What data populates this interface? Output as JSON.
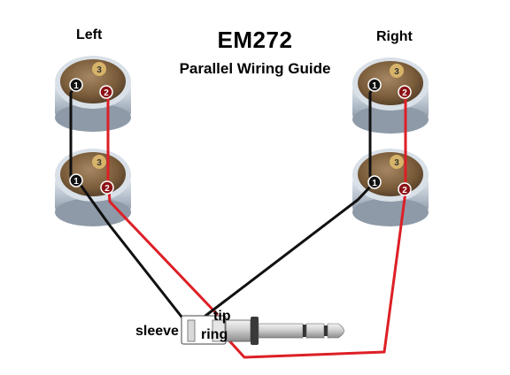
{
  "diagram": {
    "title": "EM272",
    "subtitle": "Parallel Wiring Guide",
    "left_label": "Left",
    "right_label": "Right",
    "pin_labels": {
      "ground": "1",
      "signal": "2",
      "case": "3"
    },
    "connector_labels": {
      "sleeve": "sleeve",
      "tip": "tip",
      "ring": "ring"
    },
    "colors": {
      "ground_wire": "#111111",
      "signal_wire": "#dd1f26",
      "pad": "#7a5c3a",
      "shell": "#c9d2dc"
    }
  }
}
